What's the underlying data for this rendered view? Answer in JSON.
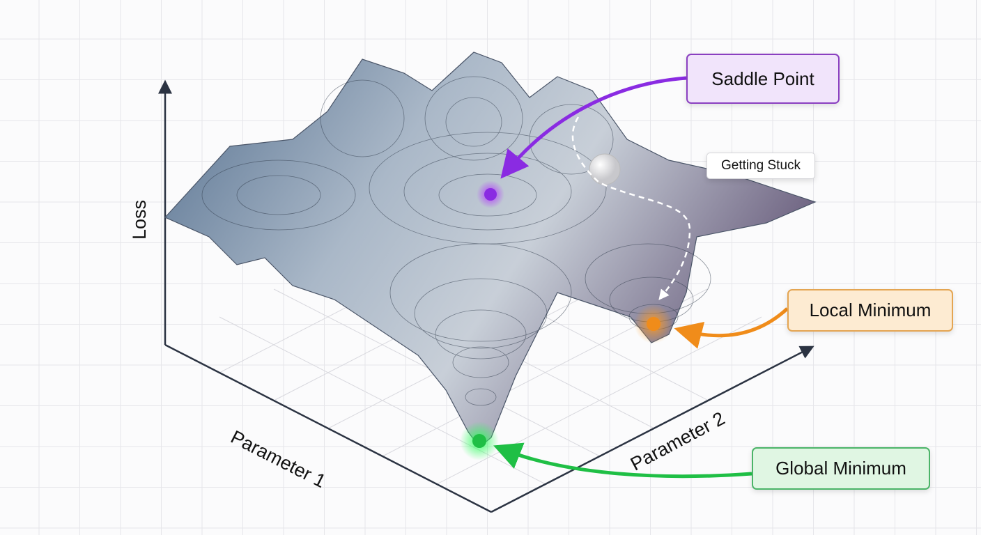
{
  "axes": {
    "vertical": "Loss",
    "x": "Parameter 1",
    "y": "Parameter 2"
  },
  "annotations": {
    "saddle": "Saddle Point",
    "local": "Local Minimum",
    "global": "Global Minimum",
    "stuck": "Getting Stuck"
  },
  "colors": {
    "saddle": "#8a2be2",
    "local": "#f08c1a",
    "global": "#1fbf45",
    "axis": "#2b3342",
    "surface": "#6b7f98"
  },
  "icons": [
    "ball-icon",
    "arrow-icon"
  ]
}
